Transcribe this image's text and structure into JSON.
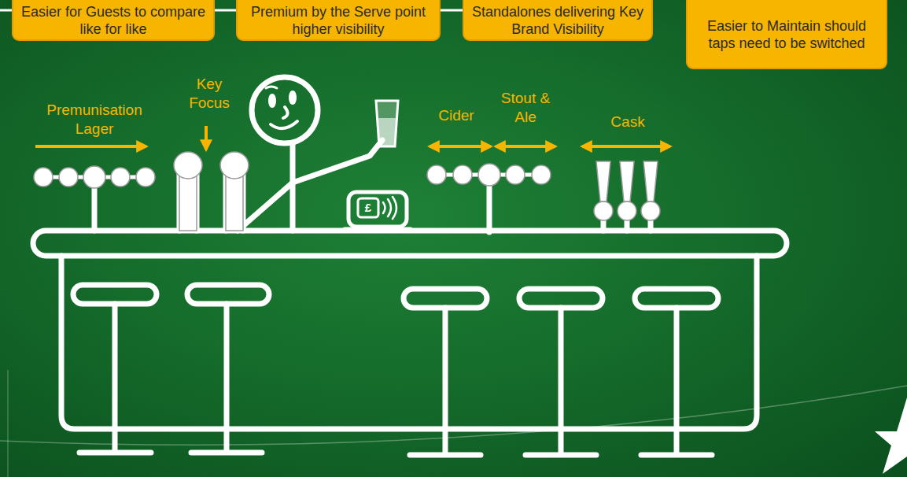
{
  "diagram": {
    "nodes": [
      {
        "text": [
          "Easier for Guests to compare like for like"
        ]
      },
      {
        "text": [
          "Premium by the Serve point higher visibility"
        ]
      },
      {
        "text": [
          "Standalones delivering Key Brand Visibility"
        ]
      },
      {
        "text": [
          "Easier to Maintain should taps need to be switched"
        ]
      }
    ],
    "labels": [
      "Premunisation Lager",
      "Key Focus",
      "Cider",
      "Stout & Ale",
      "Cask",
      "£"
    ]
  }
}
